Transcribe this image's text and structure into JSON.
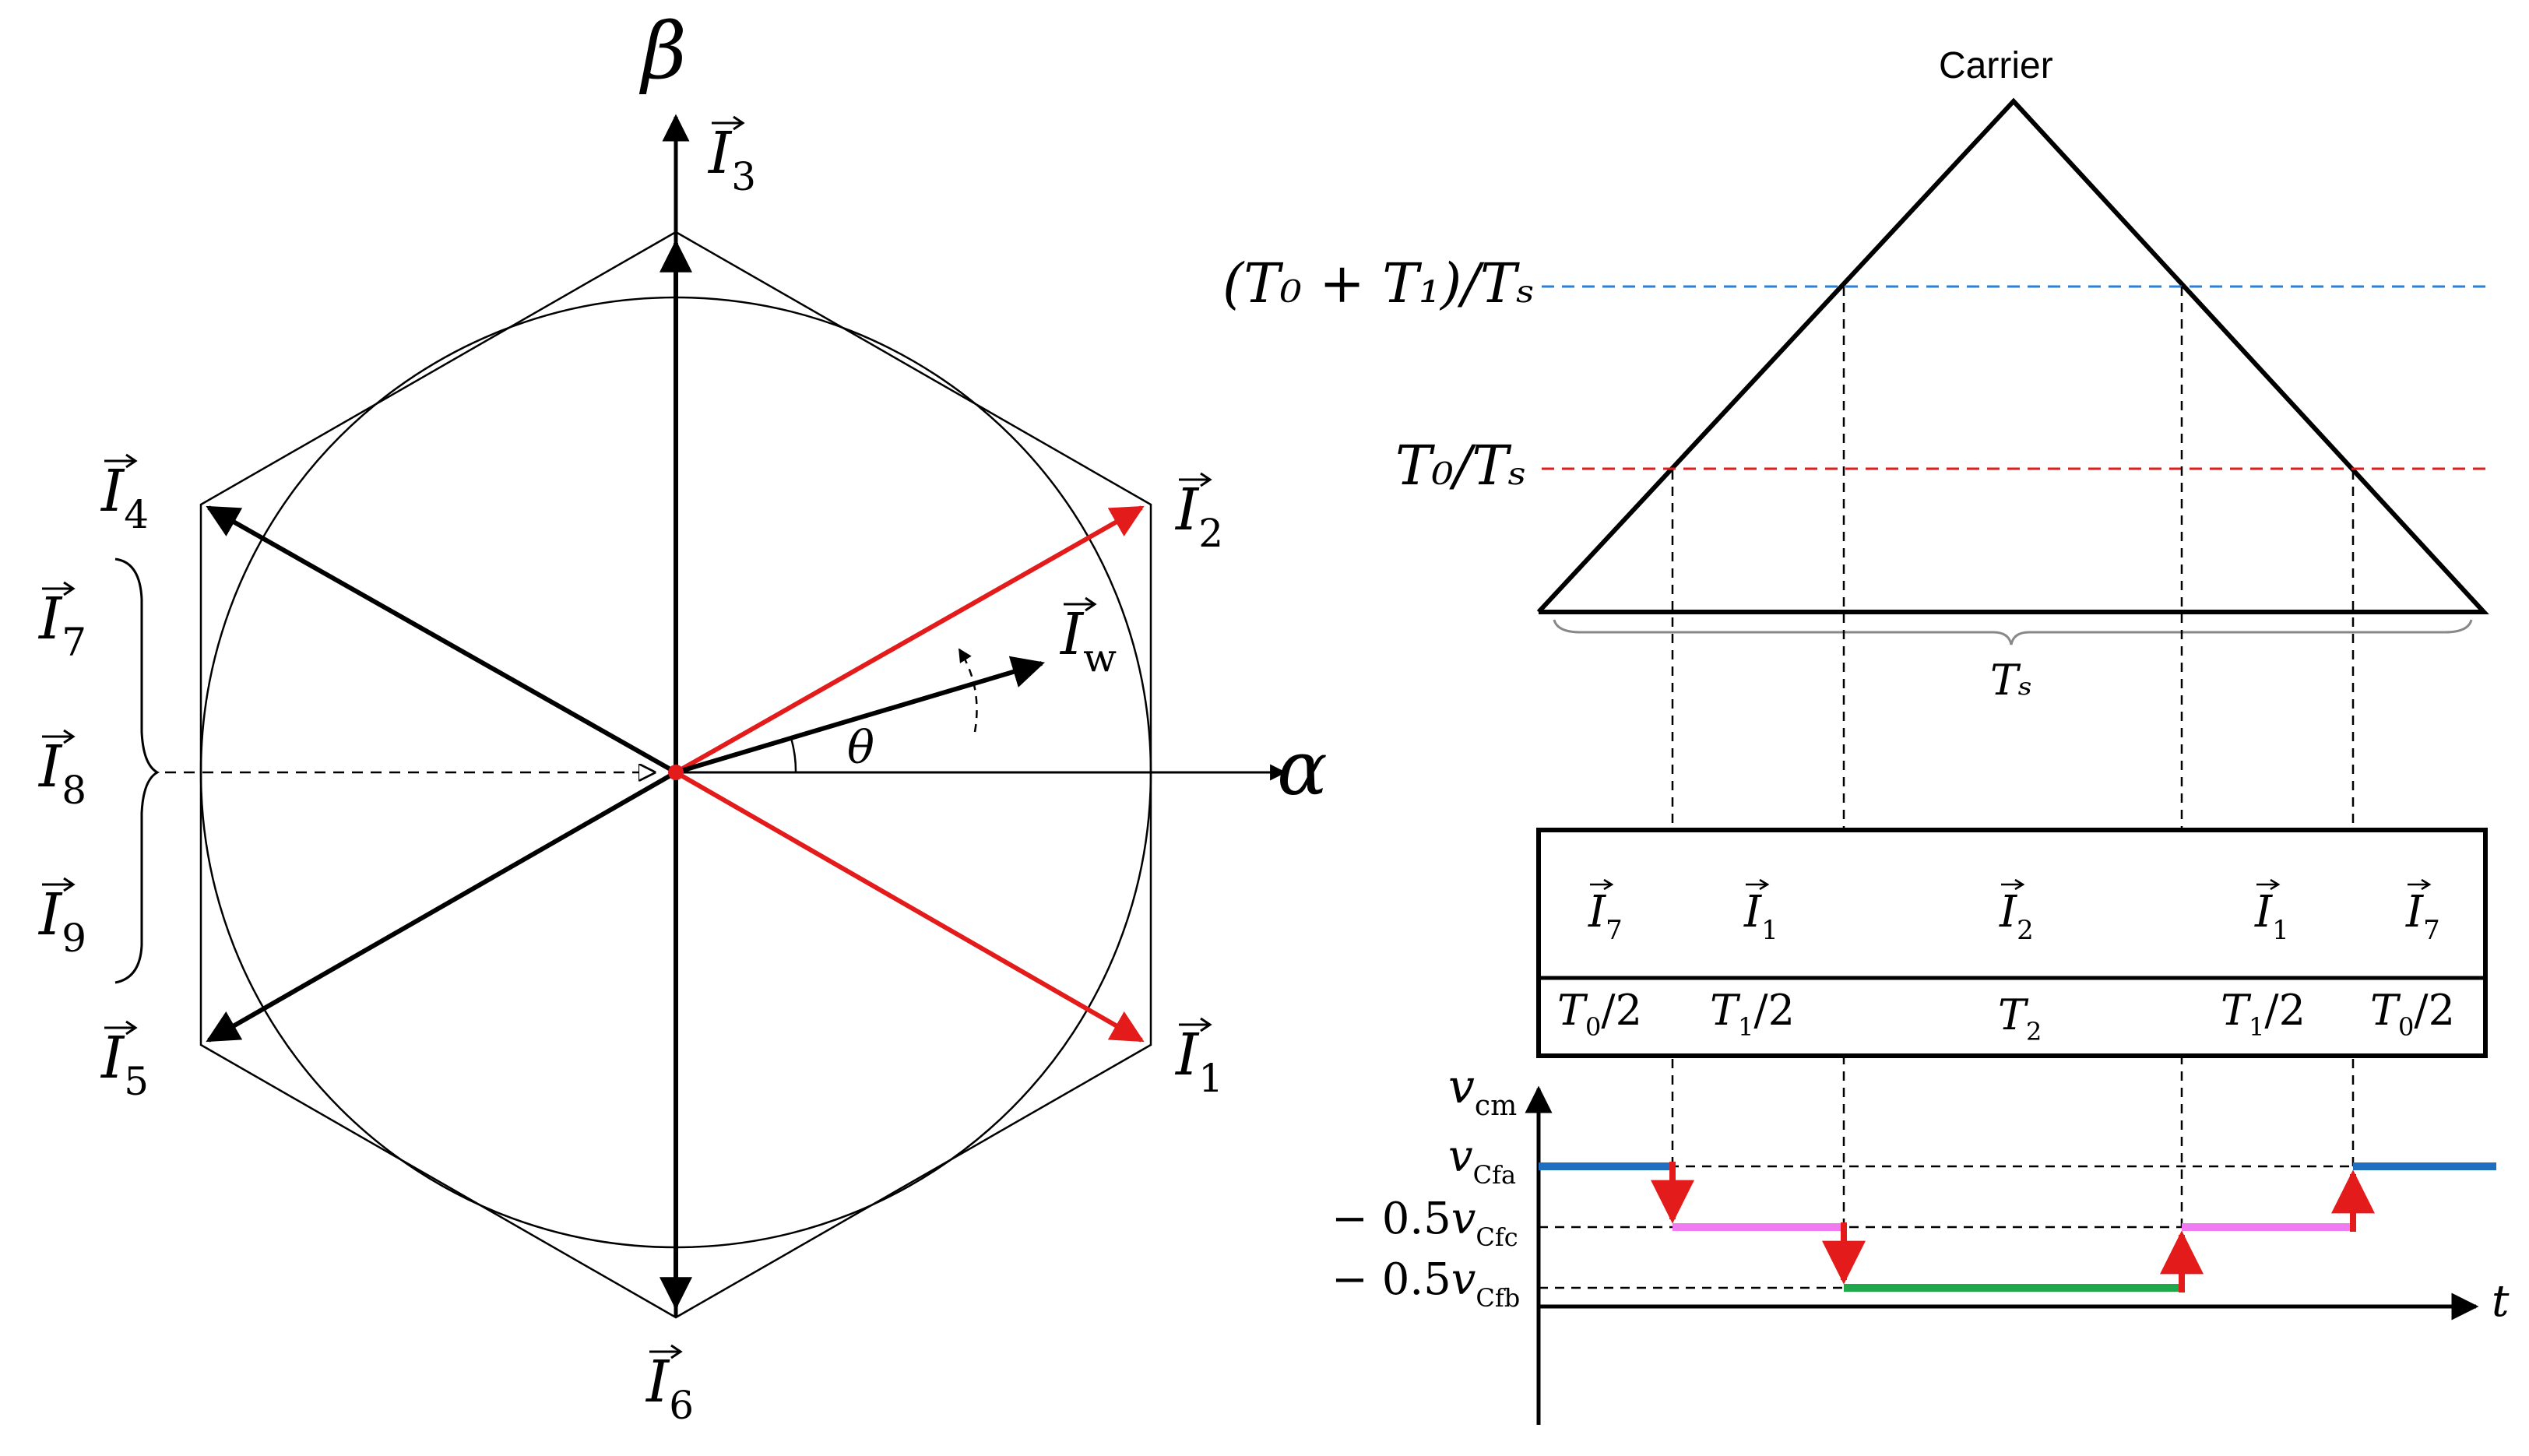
{
  "vector_diagram": {
    "axes": {
      "beta": "β",
      "alpha": "α"
    },
    "angle_label": "θ",
    "vectors": {
      "I1": {
        "base": "I",
        "sub": "1"
      },
      "I2": {
        "base": "I",
        "sub": "2"
      },
      "I3": {
        "base": "I",
        "sub": "3"
      },
      "I4": {
        "base": "I",
        "sub": "4"
      },
      "I5": {
        "base": "I",
        "sub": "5"
      },
      "I6": {
        "base": "I",
        "sub": "6"
      },
      "I7": {
        "base": "I",
        "sub": "7"
      },
      "I8": {
        "base": "I",
        "sub": "8"
      },
      "I9": {
        "base": "I",
        "sub": "9"
      },
      "Iw": {
        "base": "I",
        "sub": "w"
      }
    },
    "colors": {
      "red": "#e31b1b",
      "black": "#000000"
    }
  },
  "carrier_diagram": {
    "title": "Carrier",
    "level_high_label": "(T₀ + T₁)/Tₛ",
    "level_low_label": "T₀/Tₛ",
    "period_label": "Tₛ",
    "level_colors": {
      "high": "#2a7fd6",
      "low": "#e31b1b"
    }
  },
  "sequence_table": {
    "vectors": [
      {
        "base": "I",
        "sub": "7"
      },
      {
        "base": "I",
        "sub": "1"
      },
      {
        "base": "I",
        "sub": "2"
      },
      {
        "base": "I",
        "sub": "1"
      },
      {
        "base": "I",
        "sub": "7"
      }
    ],
    "durations": [
      {
        "base": "T",
        "sub": "0",
        "tail": "/2"
      },
      {
        "base": "T",
        "sub": "1",
        "tail": "/2"
      },
      {
        "base": "T",
        "sub": "2",
        "tail": ""
      },
      {
        "base": "T",
        "sub": "1",
        "tail": "/2"
      },
      {
        "base": "T",
        "sub": "0",
        "tail": "/2"
      }
    ]
  },
  "vcm_plot": {
    "y_axis": {
      "base": "v",
      "sub": "cm"
    },
    "x_axis": "t",
    "levels": [
      {
        "prefix": "",
        "base": "v",
        "sub": "Cfa"
      },
      {
        "prefix": "− 0.5",
        "base": "v",
        "sub": "Cfc"
      },
      {
        "prefix": "− 0.5",
        "base": "v",
        "sub": "Cfb"
      }
    ],
    "segment_colors": {
      "a": "#1f6fc1",
      "c": "#f07af0",
      "b": "#1fa84a",
      "arrows": "#e31b1b"
    }
  }
}
